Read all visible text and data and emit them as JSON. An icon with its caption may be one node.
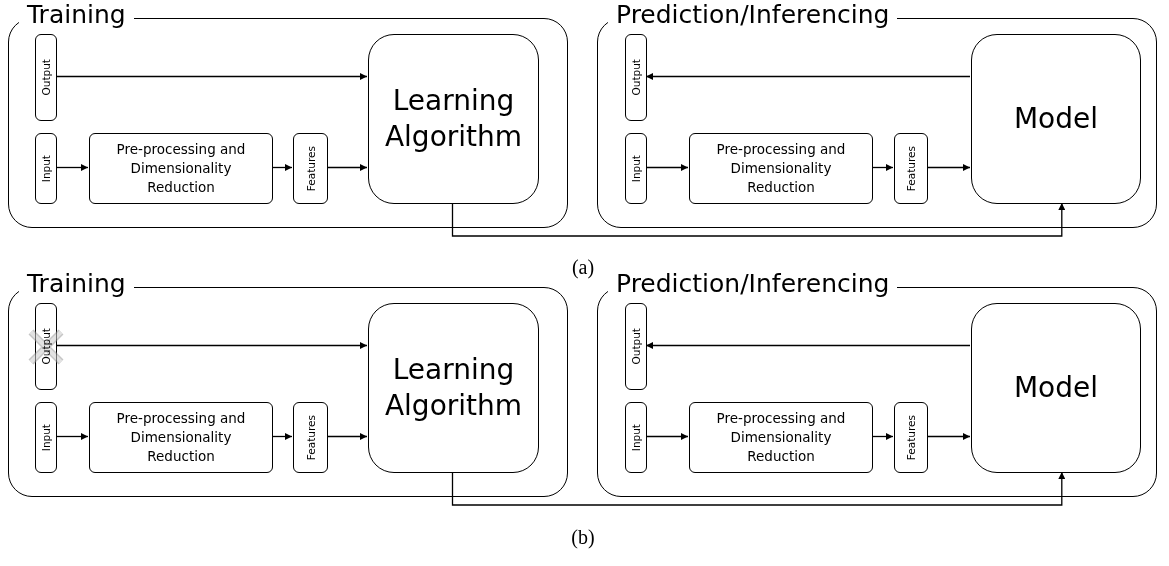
{
  "diagram": {
    "nodes": [
      {
        "text": [
          "Training"
        ]
      },
      {
        "text": [
          "Output"
        ],
        "in": 0
      },
      {
        "text": [
          "Input"
        ],
        "in": 0
      },
      {
        "text": [
          "Pre-processing and Dimensionality Reduction"
        ],
        "in": 0
      },
      {
        "text": [
          "Features"
        ],
        "in": 0
      },
      {
        "text": [
          "Learning Algorithm"
        ],
        "in": 0
      },
      {
        "text": [
          "Prediction/Inferencing"
        ]
      },
      {
        "text": [
          "Output"
        ],
        "in": 6
      },
      {
        "text": [
          "Input"
        ],
        "in": 6
      },
      {
        "text": [
          "Pre-processing and Dimensionality Reduction"
        ],
        "in": 6
      },
      {
        "text": [
          "Features"
        ],
        "in": 6
      },
      {
        "text": [
          "Model"
        ],
        "in": 6
      },
      {
        "text": [
          "Training"
        ]
      },
      {
        "text": [
          "Output"
        ],
        "in": 12
      },
      {
        "text": [
          "Input"
        ],
        "in": 12
      },
      {
        "text": [
          "Pre-processing and Dimensionality Reduction"
        ],
        "in": 12
      },
      {
        "text": [
          "Features"
        ],
        "in": 12
      },
      {
        "text": [
          "Learning Algorithm"
        ],
        "in": 12
      },
      {
        "text": [
          "Prediction/Inferencing"
        ]
      },
      {
        "text": [
          "Output"
        ],
        "in": 18
      },
      {
        "text": [
          "Input"
        ],
        "in": 18
      },
      {
        "text": [
          "Pre-processing and Dimensionality Reduction"
        ],
        "in": 18
      },
      {
        "text": [
          "Features"
        ],
        "in": 18
      },
      {
        "text": [
          "Model"
        ],
        "in": 18
      }
    ],
    "edges": [
      {
        "from": 1,
        "to": 5,
        "arrow": "to"
      },
      {
        "from": 2,
        "to": 3,
        "arrow": "to"
      },
      {
        "from": 3,
        "to": 4,
        "arrow": "to"
      },
      {
        "from": 4,
        "to": 5,
        "arrow": "to"
      },
      {
        "from": 11,
        "to": 7,
        "arrow": "to"
      },
      {
        "from": 8,
        "to": 9,
        "arrow": "to"
      },
      {
        "from": 9,
        "to": 10,
        "arrow": "to"
      },
      {
        "from": 10,
        "to": 11,
        "arrow": "to"
      },
      {
        "from": 5,
        "to": 11,
        "arrow": "to"
      },
      {
        "from": 13,
        "to": 17,
        "arrow": "to"
      },
      {
        "from": 14,
        "to": 15,
        "arrow": "to"
      },
      {
        "from": 15,
        "to": 16,
        "arrow": "to"
      },
      {
        "from": 16,
        "to": 17,
        "arrow": "to"
      },
      {
        "from": 23,
        "to": 19,
        "arrow": "to"
      },
      {
        "from": 20,
        "to": 21,
        "arrow": "to"
      },
      {
        "from": 21,
        "to": 22,
        "arrow": "to"
      },
      {
        "from": 22,
        "to": 23,
        "arrow": "to"
      },
      {
        "from": 17,
        "to": 23,
        "arrow": "to"
      }
    ],
    "labels": [
      "(a)",
      "(b)"
    ]
  }
}
